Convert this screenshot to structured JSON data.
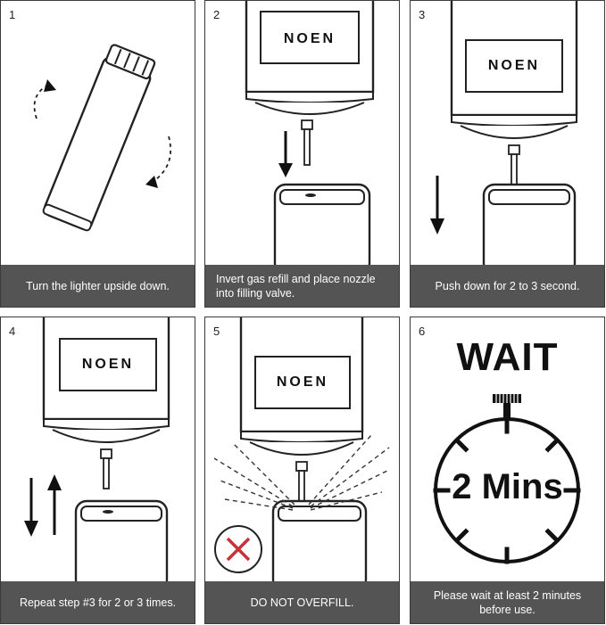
{
  "brand": "NOEN",
  "panels": [
    {
      "number": "1",
      "caption": "Turn the lighter upside down."
    },
    {
      "number": "2",
      "caption": "Invert gas refill and place nozzle into filling valve."
    },
    {
      "number": "3",
      "caption": "Push down for 2 to 3 second."
    },
    {
      "number": "4",
      "caption": "Repeat step #3 for 2 or 3 times."
    },
    {
      "number": "5",
      "caption": "DO NOT OVERFILL."
    },
    {
      "number": "6",
      "caption": "Please wait at least 2 minutes before use."
    }
  ],
  "wait": {
    "title": "WAIT",
    "timer_label": "2 Mins"
  },
  "icons": {
    "rotate": "rotate-arrows-icon",
    "down": "down-arrow-icon",
    "updown": "up-down-arrows-icon",
    "no": "red-x-icon",
    "timer": "stopwatch-icon"
  },
  "colors": {
    "caption_bg": "#545454",
    "warning_red": "#c8323a"
  }
}
